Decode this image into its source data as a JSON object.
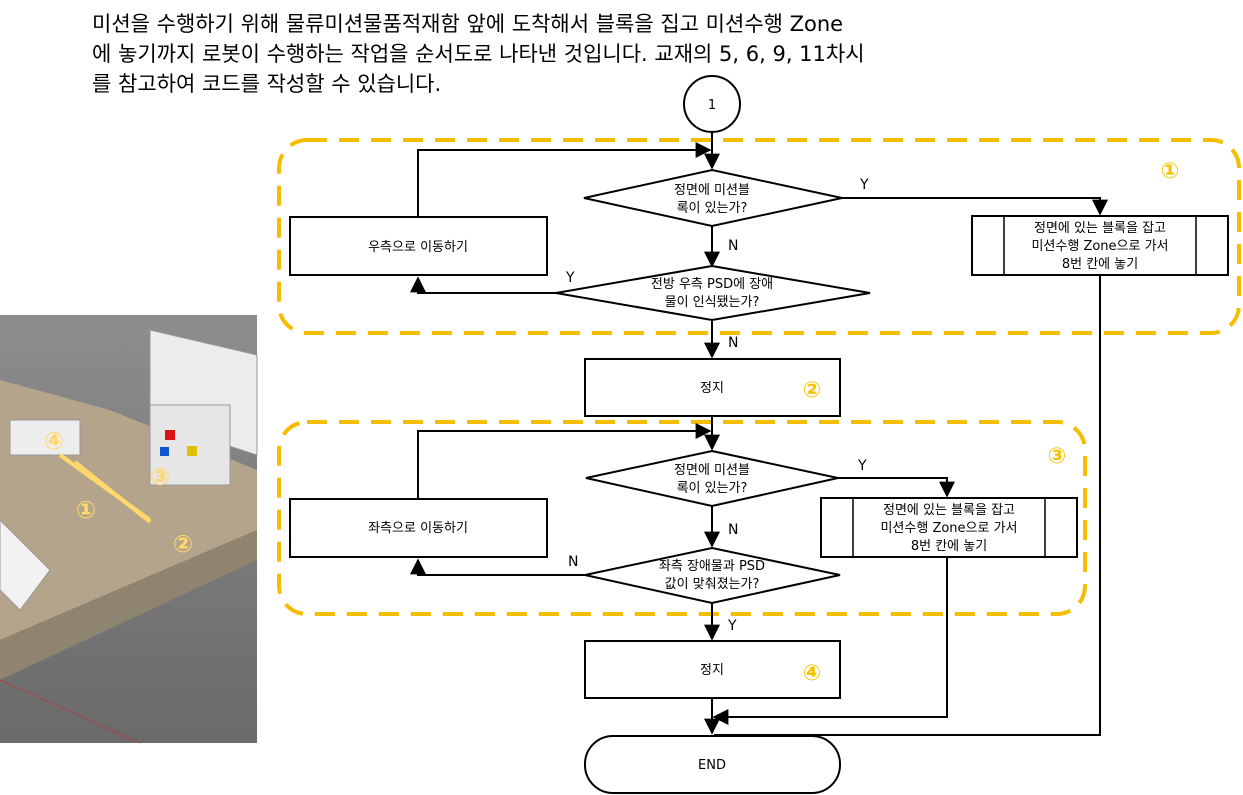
{
  "intro_text": "미션을 수행하기 위해 물류미션물품적재함 앞에 도착해서 블록을 집고 미션수행 Zone\n에 놓기까지 로봇이 수행하는 작업을 순서도로 나타낸 것입니다. 교재의 5, 6, 9, 11차시\n를 참고하여 코드를 작성할 수 있습니다.",
  "colors": {
    "accent": "#f5bd00",
    "line": "#000000"
  },
  "flow": {
    "start": "1",
    "end": "END",
    "section_markers": [
      "①",
      "②",
      "③",
      "④"
    ],
    "sec1": {
      "decision_front": [
        "정면에 미션블",
        "록이 있는가?"
      ],
      "decision_psd": [
        "전방 우측 PSD에 장애",
        "물이 인식됐는가?"
      ],
      "move": "우측으로 이동하기",
      "place": [
        "정면에 있는 블록을 잡고",
        "미션수행 Zone으로 가서",
        "8번 칸에 놓기"
      ],
      "yes": "Y",
      "no": "N",
      "psd_yes": "Y",
      "psd_no": "N"
    },
    "stop1": "정지",
    "sec3": {
      "decision_front": [
        "정면에 미션블",
        "록이 있는가?"
      ],
      "decision_psd": [
        "좌측 장애물과 PSD",
        "값이 맞춰졌는가?"
      ],
      "move": "좌측으로 이동하기",
      "place": [
        "정면에 있는 블록을 잡고",
        "미션수행 Zone으로 가서",
        "8번 칸에 놓기"
      ],
      "yes": "Y",
      "no": "N",
      "psd_no": "N",
      "psd_yes": "Y"
    },
    "stop2": "정지"
  },
  "scene": {
    "markers": [
      "①",
      "②",
      "③",
      "④"
    ]
  }
}
